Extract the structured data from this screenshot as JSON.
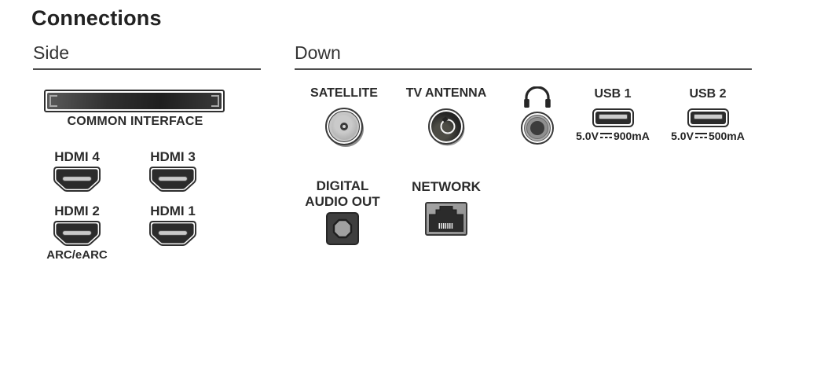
{
  "title": "Connections",
  "sections": {
    "side": {
      "heading": "Side",
      "common_interface": {
        "label": "COMMON INTERFACE"
      },
      "hdmi_ports": [
        {
          "label": "HDMI 4"
        },
        {
          "label": "HDMI 3"
        },
        {
          "label": "HDMI 2",
          "sublabel": "ARC/eARC"
        },
        {
          "label": "HDMI 1"
        }
      ]
    },
    "down": {
      "heading": "Down",
      "satellite": {
        "label": "SATELLITE"
      },
      "tv_antenna": {
        "label": "TV ANTENNA"
      },
      "headphones": {
        "icon": "headphones"
      },
      "usb1": {
        "label": "USB 1",
        "voltage": "5.0V",
        "current": "900mA"
      },
      "usb2": {
        "label": "USB 2",
        "voltage": "5.0V",
        "current": "500mA"
      },
      "digital_audio_out": {
        "label_line1": "DIGITAL",
        "label_line2": "AUDIO OUT"
      },
      "network": {
        "label": "NETWORK"
      }
    }
  },
  "colors": {
    "text": "#262626",
    "connector_body": "#2b2b2b",
    "connector_light": "#c8c8c8",
    "rule_line": "#4d4d4d",
    "background": "#ffffff"
  }
}
